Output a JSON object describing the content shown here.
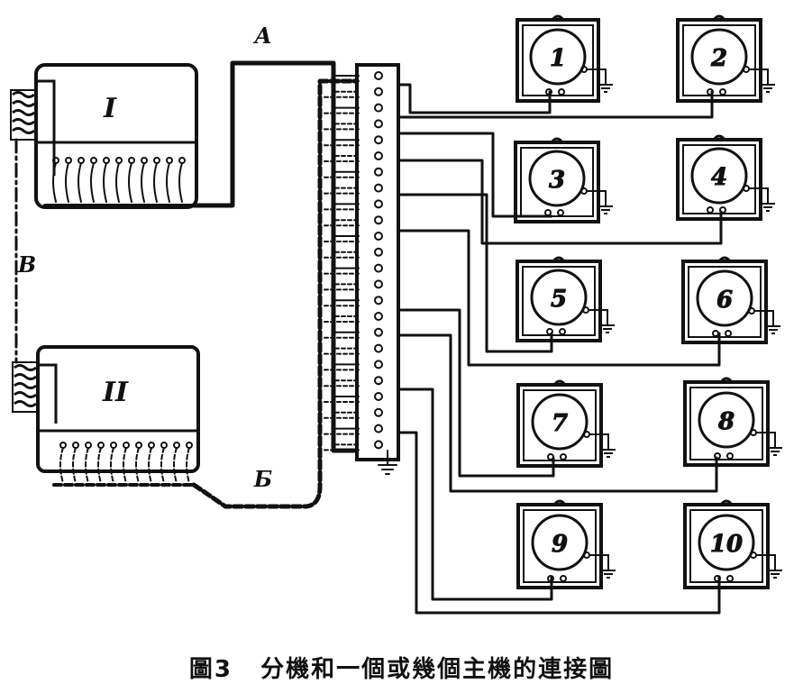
{
  "caption": {
    "figure": "圖3",
    "title": "分機和一個或幾個主機的連接圖"
  },
  "labels": {
    "wire_a": "A",
    "wire_b": "Б",
    "wire_v": "B",
    "main_unit_1": "I",
    "main_unit_2": "II"
  },
  "extensions": [
    "1",
    "2",
    "3",
    "4",
    "5",
    "6",
    "7",
    "8",
    "9",
    "10"
  ],
  "colors": {
    "ink": "#111111",
    "paper": "#ffffff"
  }
}
